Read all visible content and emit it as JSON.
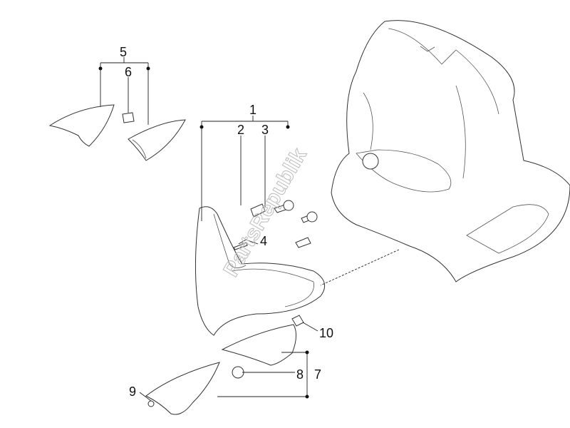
{
  "watermark": "PartsRepublik",
  "callouts": {
    "c1": "1",
    "c2": "2",
    "c3": "3",
    "c4": "4",
    "c5": "5",
    "c6": "6",
    "c7": "7",
    "c8": "8",
    "c9": "9",
    "c10": "10"
  }
}
